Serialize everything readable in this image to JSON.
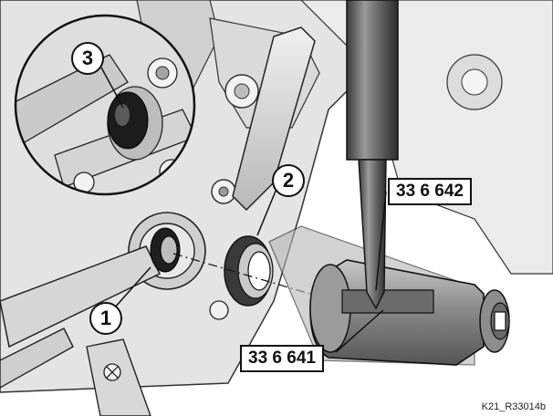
{
  "callouts": {
    "one": "1",
    "two": "2",
    "three": "3"
  },
  "tool_labels": {
    "drift_tool": "33 6 642",
    "installer_sleeve": "33 6 641"
  },
  "figure_code": "K21_R33014b",
  "colors": {
    "line": "#111111",
    "metal_light": "#d9d9d9",
    "metal_mid": "#a9a9a9",
    "metal_dark": "#5a5a5a",
    "seal": "#2b2b2b"
  }
}
